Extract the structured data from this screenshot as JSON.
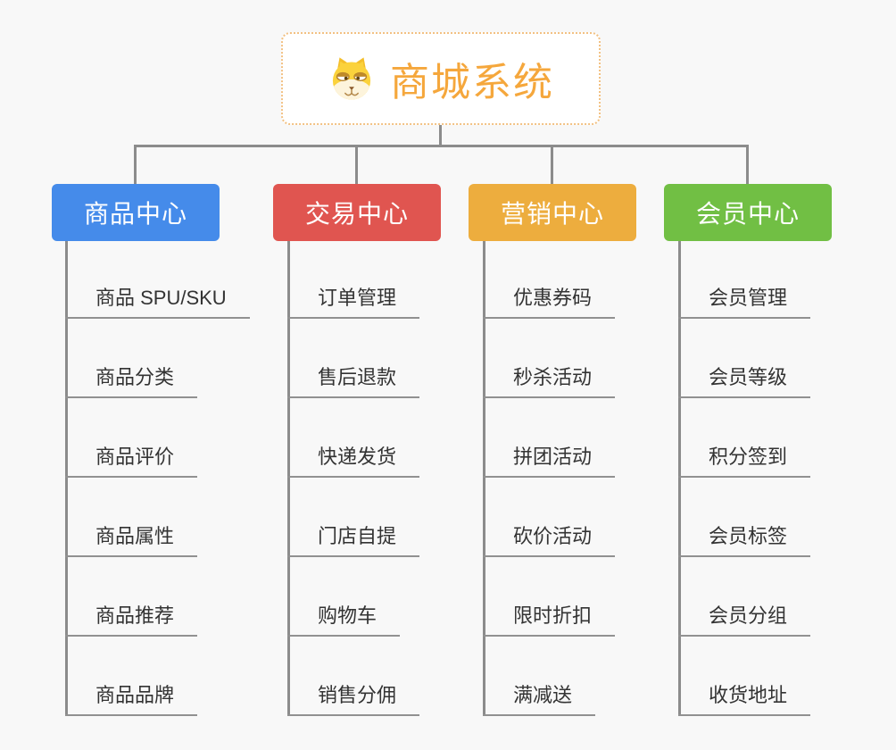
{
  "root": {
    "label": "商城系统",
    "icon": "dog-face-icon",
    "text_color": "#f5a73c",
    "border_color": "#f2c183",
    "background": "#ffffff"
  },
  "connectors": {
    "line_color": "#8c8c8c",
    "underline_color": "#919191"
  },
  "branches": [
    {
      "id": "product-center",
      "label": "商品中心",
      "color": "#458bea",
      "children": [
        "商品 SPU/SKU",
        "商品分类",
        "商品评价",
        "商品属性",
        "商品推荐",
        "商品品牌"
      ]
    },
    {
      "id": "trade-center",
      "label": "交易中心",
      "color": "#e05550",
      "children": [
        "订单管理",
        "售后退款",
        "快递发货",
        "门店自提",
        "购物车",
        "销售分佣"
      ]
    },
    {
      "id": "marketing-center",
      "label": "营销中心",
      "color": "#edad3e",
      "children": [
        "优惠券码",
        "秒杀活动",
        "拼团活动",
        "砍价活动",
        "限时折扣",
        "满减送"
      ]
    },
    {
      "id": "member-center",
      "label": "会员中心",
      "color": "#71bf44",
      "children": [
        "会员管理",
        "会员等级",
        "积分签到",
        "会员标签",
        "会员分组",
        "收货地址"
      ]
    }
  ]
}
